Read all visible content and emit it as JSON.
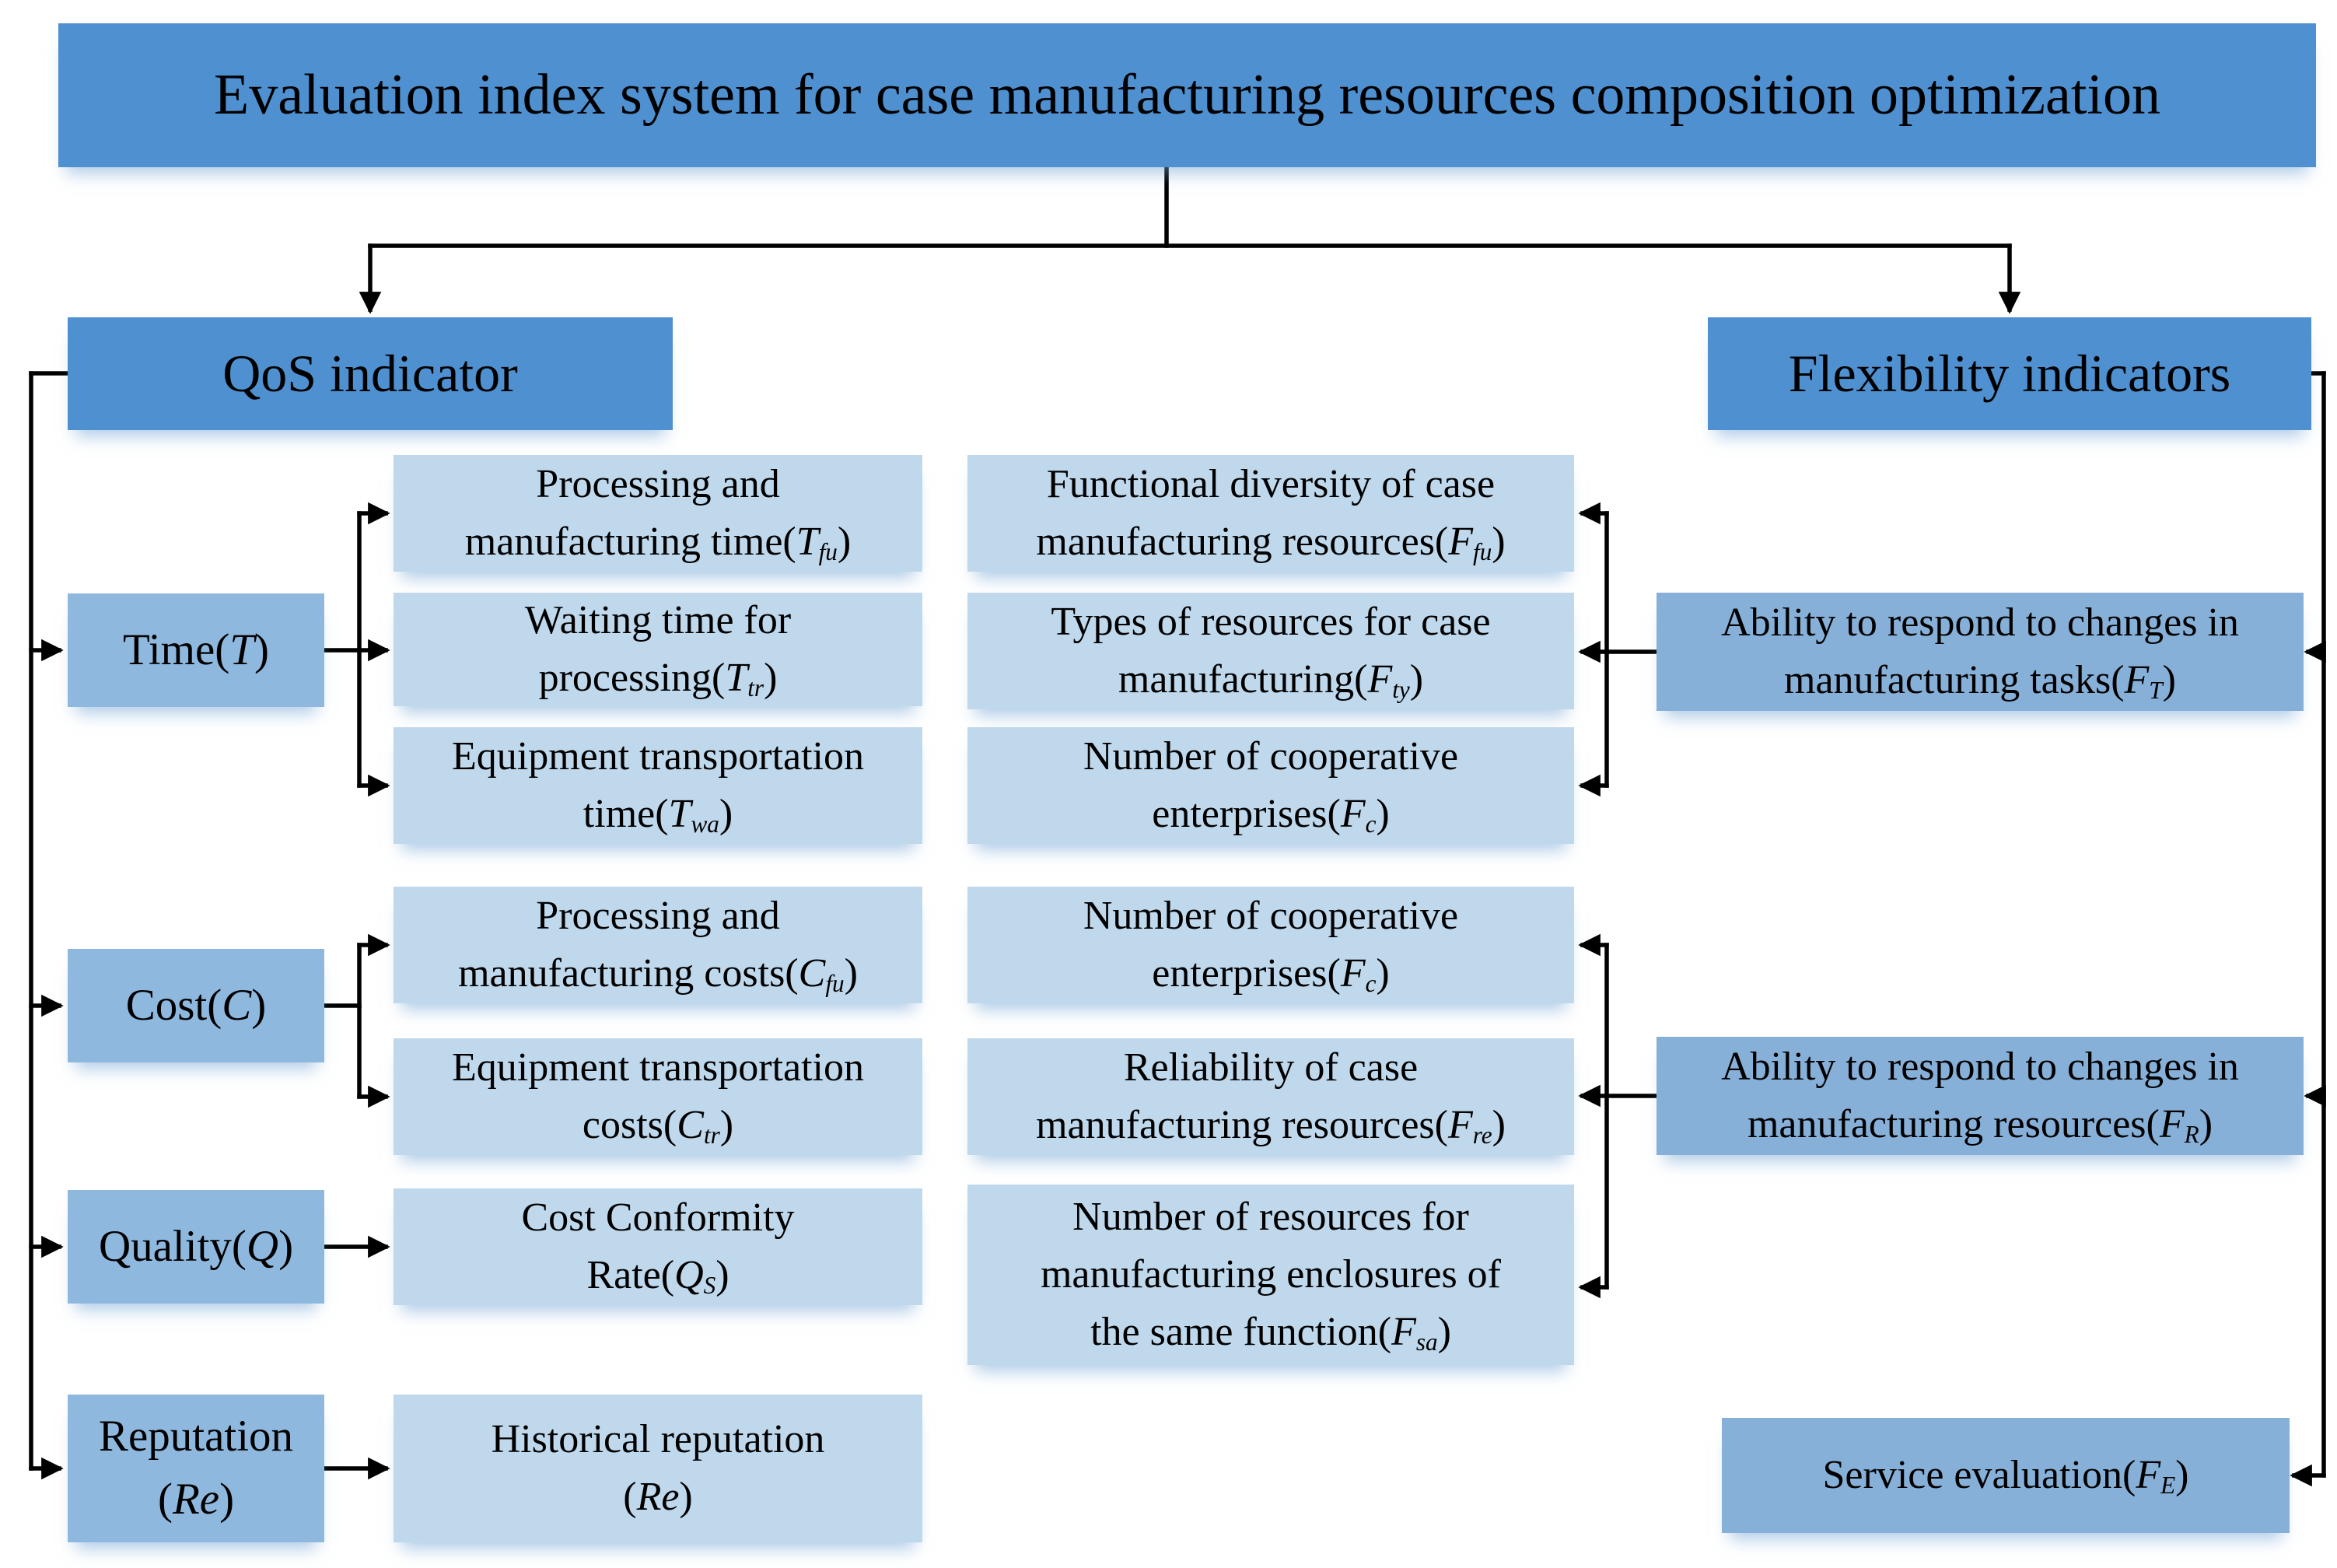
{
  "title": "Evaluation index system for case manufacturing resources composition optimization",
  "qos": {
    "header": "QoS indicator",
    "categories": [
      {
        "id": "time",
        "lines": [
          "Time"
        ],
        "sym": "T",
        "sub": ""
      },
      {
        "id": "cost",
        "lines": [
          "Cost"
        ],
        "sym": "C",
        "sub": ""
      },
      {
        "id": "quality",
        "lines": [
          "Quality"
        ],
        "sym": "Q",
        "sub": ""
      },
      {
        "id": "reputation",
        "lines": [
          "Reputation",
          ""
        ],
        "sym": "Re",
        "sub": ""
      }
    ],
    "sub_indicators": [
      {
        "id": "t_fu",
        "lines": [
          "Processing and",
          "manufacturing time"
        ],
        "sym": "T",
        "sub": "fu"
      },
      {
        "id": "t_tr",
        "lines": [
          "Waiting time for",
          "processing"
        ],
        "sym": "T",
        "sub": "tr"
      },
      {
        "id": "t_wa",
        "lines": [
          "Equipment transportation",
          "time"
        ],
        "sym": "T",
        "sub": "wa"
      },
      {
        "id": "c_fu",
        "lines": [
          "Processing and",
          "manufacturing costs"
        ],
        "sym": "C",
        "sub": "fu"
      },
      {
        "id": "c_tr",
        "lines": [
          "Equipment transportation",
          "costs"
        ],
        "sym": "C",
        "sub": "tr"
      },
      {
        "id": "q_s",
        "lines": [
          "Cost Conformity",
          "Rate"
        ],
        "sym": "Q",
        "sub": "S"
      },
      {
        "id": "re",
        "lines": [
          "Historical reputation",
          ""
        ],
        "sym": "Re",
        "sub": ""
      }
    ]
  },
  "flexibility": {
    "header": "Flexibility indicators",
    "mid_indicators": [
      {
        "id": "f_fu",
        "lines": [
          "Functional diversity of case",
          "manufacturing resources"
        ],
        "sym": "F",
        "sub": "fu"
      },
      {
        "id": "f_ty",
        "lines": [
          "Types of resources for case",
          "manufacturing"
        ],
        "sym": "F",
        "sub": "ty"
      },
      {
        "id": "f_c1",
        "lines": [
          "Number of cooperative",
          "enterprises"
        ],
        "sym": "F",
        "sub": "c"
      },
      {
        "id": "f_c2",
        "lines": [
          "Number of cooperative",
          "enterprises"
        ],
        "sym": "F",
        "sub": "c"
      },
      {
        "id": "f_re",
        "lines": [
          "Reliability of case",
          "manufacturing resources"
        ],
        "sym": "F",
        "sub": "re"
      },
      {
        "id": "f_sa",
        "lines": [
          "Number of resources for",
          "manufacturing enclosures of",
          "the same function"
        ],
        "sym": "F",
        "sub": "sa"
      }
    ],
    "main_indicators": [
      {
        "id": "f_t",
        "lines": [
          "Ability to respond to changes in",
          "manufacturing tasks"
        ],
        "sym": "F",
        "sub": "T"
      },
      {
        "id": "f_r",
        "lines": [
          "Ability to respond to changes in",
          "manufacturing resources"
        ],
        "sym": "F",
        "sub": "R"
      },
      {
        "id": "f_e",
        "lines": [
          "Service evaluation"
        ],
        "sym": "F",
        "sub": "E"
      }
    ]
  },
  "colors": {
    "header_fill": "#4E90D0",
    "category_fill": "#8FB8DF",
    "flexibility_fill": "#87B0D8",
    "light_fill": "#BFD8EC",
    "line": "#000000",
    "text": "#000000",
    "background": "#FFFFFF"
  }
}
